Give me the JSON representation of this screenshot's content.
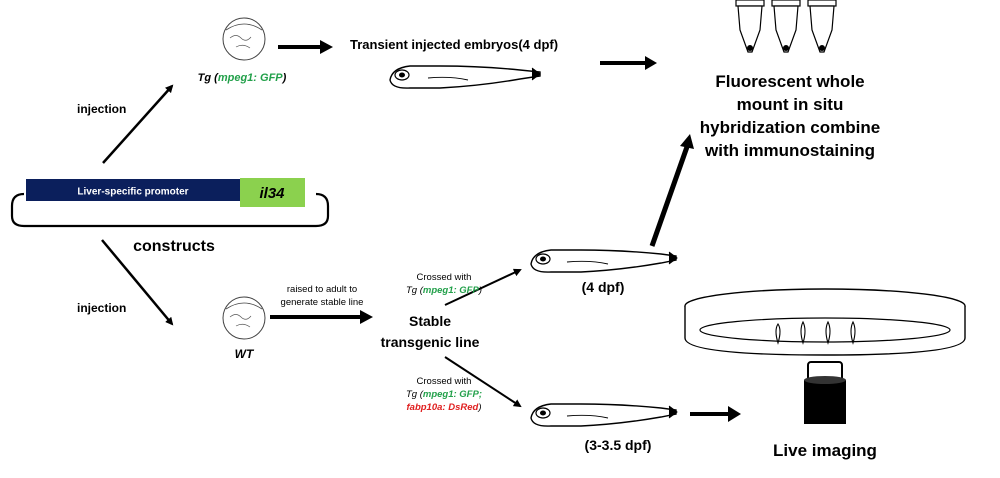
{
  "colors": {
    "green": "#22a04a",
    "red": "#e02020",
    "promoter_fill": "#0b1f5c",
    "gene_fill": "#8bd14e",
    "black": "#000000"
  },
  "construct": {
    "promoter_label": "Liver-specific promoter",
    "gene_label": "il34",
    "caption": "constructs"
  },
  "top_branch": {
    "injection_label": "injection",
    "line_prefix": "Tg (",
    "line_name": "mpeg1: GFP",
    "line_suffix": ")",
    "embryos_label": "Transient injected embryos(4 dpf)"
  },
  "bottom_branch": {
    "injection_label": "injection",
    "wt_label": "WT",
    "raise_line1": "raised to adult to",
    "raise_line2": "generate stable line",
    "stable_line1": "Stable",
    "stable_line2": "transgenic line"
  },
  "cross_a": {
    "line1": "Crossed with",
    "prefix": "Tg (",
    "name": "mpeg1: GFP",
    "suffix": ")",
    "stage": "(4 dpf)"
  },
  "cross_b": {
    "line1": "Crossed with",
    "prefix": "Tg (",
    "name_green": "mpeg1: GFP;",
    "name_red": "fabp10a: DsRed",
    "suffix": ")",
    "stage": "(3-3.5 dpf)"
  },
  "outcomes": {
    "fish_line1": "Fluorescent whole",
    "fish_line2": "mount in situ",
    "fish_line3": "hybridization combine",
    "fish_line4": "with immunostaining",
    "live": "Live imaging"
  }
}
